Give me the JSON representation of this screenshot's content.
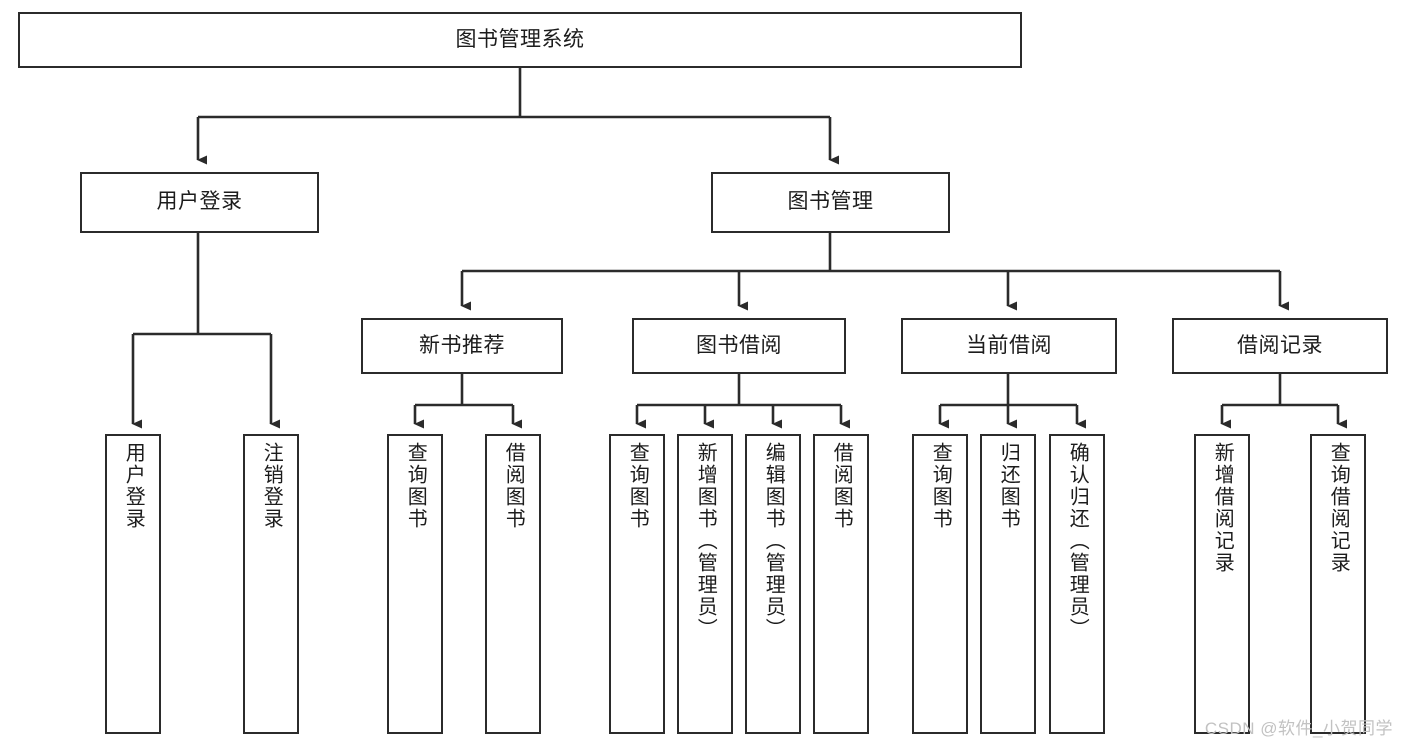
{
  "diagram": {
    "title": "图书管理系统",
    "type": "hierarchy-tree",
    "watermark": "CSDN @软件_小贺同学",
    "colors": {
      "background": "#ffffff",
      "box_border": "#2b2b2b",
      "connector": "#2b2b2b",
      "text": "#1c1c1c",
      "watermark": "#c2c2c2"
    },
    "nodes": {
      "root": {
        "label": "图书管理系统",
        "level": 0
      },
      "level1": [
        {
          "id": "user-login",
          "label": "用户登录"
        },
        {
          "id": "book-manage",
          "label": "图书管理"
        }
      ],
      "level2": [
        {
          "id": "new-book-recommend",
          "label": "新书推荐",
          "parent": "book-manage"
        },
        {
          "id": "book-borrow",
          "label": "图书借阅",
          "parent": "book-manage"
        },
        {
          "id": "current-borrow",
          "label": "当前借阅",
          "parent": "book-manage"
        },
        {
          "id": "borrow-record",
          "label": "借阅记录",
          "parent": "book-manage"
        }
      ],
      "leaves": [
        {
          "id": "leaf-user-login",
          "label": "用户登录",
          "parent": "user-login"
        },
        {
          "id": "leaf-user-logout",
          "label": "注销登录",
          "parent": "user-login"
        },
        {
          "id": "leaf-query-book-1",
          "label": "查询图书",
          "parent": "new-book-recommend"
        },
        {
          "id": "leaf-borrow-book-1",
          "label": "借阅图书",
          "parent": "new-book-recommend"
        },
        {
          "id": "leaf-query-book-2",
          "label": "查询图书",
          "parent": "book-borrow"
        },
        {
          "id": "leaf-add-book",
          "label": "新增图书（管理员）",
          "parent": "book-borrow"
        },
        {
          "id": "leaf-edit-book",
          "label": "编辑图书（管理员）",
          "parent": "book-borrow"
        },
        {
          "id": "leaf-borrow-book-2",
          "label": "借阅图书",
          "parent": "book-borrow"
        },
        {
          "id": "leaf-query-book-3",
          "label": "查询图书",
          "parent": "current-borrow"
        },
        {
          "id": "leaf-return-book",
          "label": "归还图书",
          "parent": "current-borrow"
        },
        {
          "id": "leaf-confirm-return",
          "label": "确认归还（管理员）",
          "parent": "current-borrow"
        },
        {
          "id": "leaf-add-record",
          "label": "新增借阅记录",
          "parent": "borrow-record"
        },
        {
          "id": "leaf-query-record",
          "label": "查询借阅记录",
          "parent": "borrow-record"
        }
      ]
    }
  }
}
